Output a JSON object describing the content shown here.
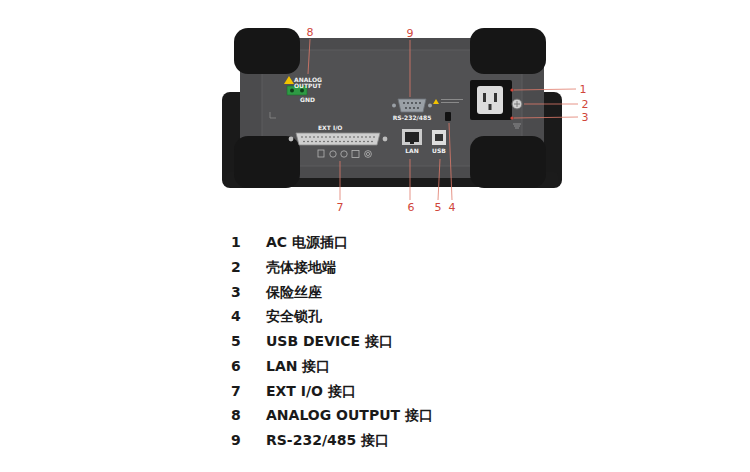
{
  "diagram": {
    "labels": [
      "8",
      "9",
      "ANALOG OUTPUT",
      "GND",
      "RS-232/485",
      "1",
      "2",
      "3",
      "EXT I/O",
      "LAN",
      "USB",
      "7",
      "6",
      "5",
      "4",
      "1",
      "AC 电源插口",
      "2",
      "壳体接地端",
      "3",
      "保险丝座",
      "4",
      "安全锁孔",
      "5",
      "USB DEVICE 接口",
      "6",
      "LAN 接口",
      "7",
      "EXT I/O 接口",
      "8",
      "ANALOG OUTPUT 接口",
      "9",
      "RS-232/485 接口"
    ]
  }
}
